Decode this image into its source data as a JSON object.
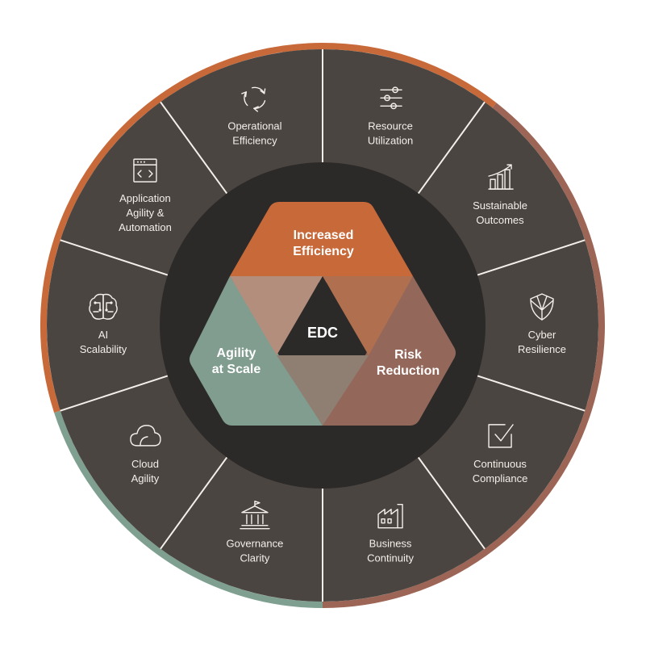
{
  "colors": {
    "ring_bg": "#4a4541",
    "inner_bg": "#2c2a28",
    "divider": "#f4efe9",
    "rim_orange": "#c8693a",
    "rim_brown": "#9c6556",
    "rim_green": "#7f9f90",
    "efficiency": "#c8693a",
    "risk": "#93675a",
    "agility": "#809d8f",
    "overlap_top_left": "#b38e7d",
    "overlap_top_right": "#b0704f",
    "overlap_bottom": "#8f7f73",
    "edc": "#2c2a28"
  },
  "center": {
    "edc": "EDC",
    "efficiency": [
      "Increased",
      "Efficiency"
    ],
    "risk": [
      "Risk",
      "Reduction"
    ],
    "agility": [
      "Agility",
      "at Scale"
    ]
  },
  "segments": [
    {
      "name": "resource-utilization",
      "icon": "sliders-icon",
      "lines": [
        "Resource",
        "Utilization"
      ]
    },
    {
      "name": "sustainable-outcomes",
      "icon": "growth-chart-icon",
      "lines": [
        "Sustainable",
        "Outcomes"
      ]
    },
    {
      "name": "cyber-resilience",
      "icon": "shield-icon",
      "lines": [
        "Cyber",
        "Resilience"
      ]
    },
    {
      "name": "continuous-compliance",
      "icon": "checkbox-icon",
      "lines": [
        "Continuous",
        "Compliance"
      ]
    },
    {
      "name": "business-continuity",
      "icon": "factory-icon",
      "lines": [
        "Business",
        "Continuity"
      ]
    },
    {
      "name": "governance-clarity",
      "icon": "building-icon",
      "lines": [
        "Governance",
        "Clarity"
      ]
    },
    {
      "name": "cloud-agility",
      "icon": "cloud-icon",
      "lines": [
        "Cloud",
        "Agility"
      ]
    },
    {
      "name": "ai-scalability",
      "icon": "brain-icon",
      "lines": [
        "AI",
        "Scalability"
      ]
    },
    {
      "name": "application-agility",
      "icon": "code-window-icon",
      "lines": [
        "Application",
        "Agility &",
        "Automation"
      ]
    },
    {
      "name": "operational-efficiency",
      "icon": "cycle-arrows-icon",
      "lines": [
        "Operational",
        "Efficiency"
      ]
    }
  ]
}
